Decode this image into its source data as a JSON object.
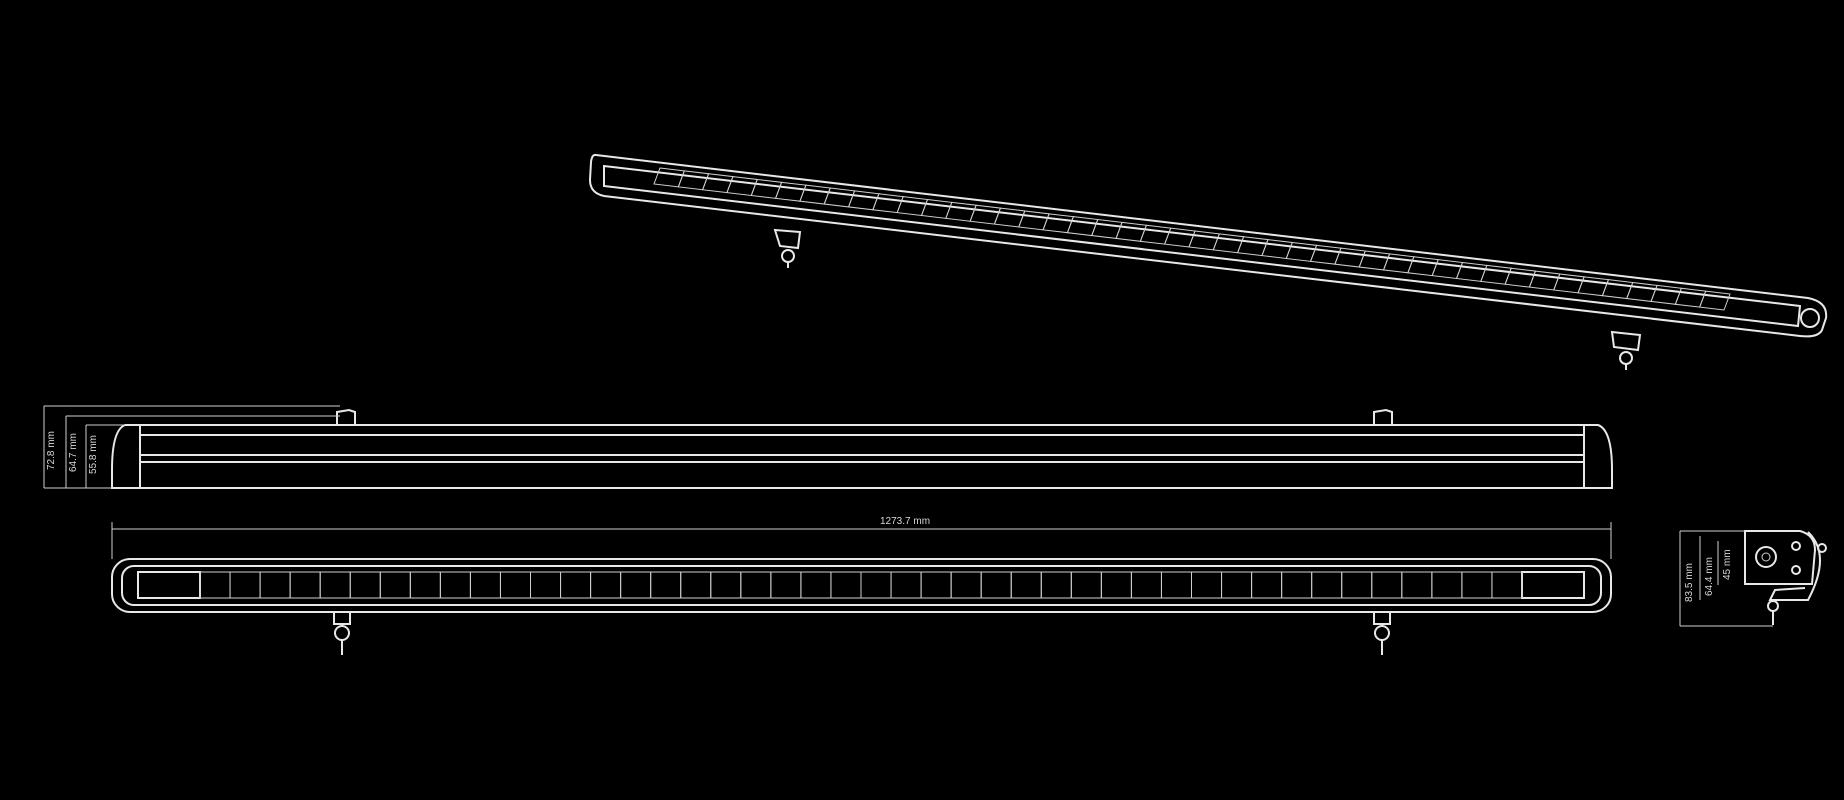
{
  "drawing": {
    "side_view_dims": {
      "overall_height": "72.8 mm",
      "body_height": "64.7 mm",
      "lens_height": "55.8 mm"
    },
    "length_dim": "1273.7 mm",
    "end_view_dims": {
      "overall_height": "83.5 mm",
      "body_height": "64.4 mm",
      "bracket_height": "45 mm"
    },
    "led_cell_count": 44,
    "colors": {
      "background": "#000000",
      "line": "#e8e8e8"
    }
  }
}
